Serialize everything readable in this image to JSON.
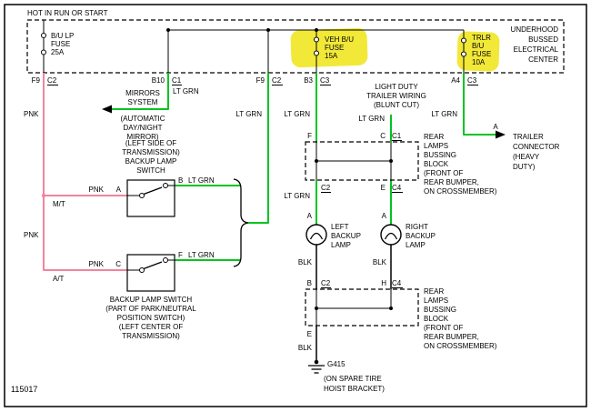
{
  "colors": {
    "wire_pink": "#f2849e",
    "wire_green": "#00c420",
    "block_fill": "#cfe0f1",
    "highlight_yellow": "#f2e838"
  },
  "page": {
    "doc_number": "115017"
  },
  "power": {
    "hot_label": "HOT IN RUN OR START",
    "center_name": [
      "UNDERHOOD",
      "BUSSED",
      "ELECTRICAL",
      "CENTER"
    ],
    "fuse_bu_lp": [
      "B/U LP",
      "FUSE",
      "25A"
    ],
    "fuse_veh_bu": [
      "VEH B/U",
      "FUSE",
      "15A"
    ],
    "fuse_trlr_bu": [
      "TRLR",
      "B/U",
      "FUSE",
      "10A"
    ],
    "exits": [
      {
        "pin": "F9",
        "conn": "C2"
      },
      {
        "pin": "B10",
        "conn": "C1"
      },
      {
        "pin": "F9",
        "conn": "C2"
      },
      {
        "pin": "B3",
        "conn": "C3"
      },
      {
        "pin": "A4",
        "conn": "C3"
      }
    ]
  },
  "wires": {
    "pnk": "PNK",
    "lt_grn": "LT GRN",
    "blk": "BLK"
  },
  "mirrors": {
    "lines": [
      "MIRRORS",
      "SYSTEM",
      "(AUTOMATIC",
      "DAY/NIGHT",
      "MIRROR)"
    ]
  },
  "light_duty": {
    "lines": [
      "LIGHT DUTY",
      "TRAILER WIRING",
      "(BLUNT CUT)"
    ]
  },
  "trailer": {
    "pin": "A",
    "lines": [
      "TRAILER",
      "CONNECTOR",
      "(HEAVY",
      "DUTY)"
    ]
  },
  "switch_mt": {
    "tag": "M/T",
    "pin_in": "A",
    "pin_out": "B",
    "caption": [
      "(LEFT SIDE OF",
      "TRANSMISSION)",
      "BACKUP LAMP",
      "SWITCH"
    ]
  },
  "switch_at": {
    "tag": "A/T",
    "pin_in": "C",
    "pin_out": "F",
    "caption": [
      "BACKUP LAMP SWITCH",
      "(PART OF PARK/NEUTRAL",
      "POSITION SWITCH)",
      "(LEFT CENTER OF",
      "TRANSMISSION)"
    ]
  },
  "bussing_block_caption": [
    "REAR",
    "LAMPS",
    "BUSSING",
    "BLOCK",
    "(FRONT OF",
    "REAR BUMPER,",
    "ON CROSSMEMBER)"
  ],
  "block_upper": {
    "pin_f": "F",
    "pin_c": "C",
    "conn_c1": "C1",
    "conn_c2": "C2",
    "pin_e": "E",
    "conn_c4": "C4"
  },
  "lamps": {
    "pin": "A",
    "left": [
      "LEFT",
      "BACKUP",
      "LAMP"
    ],
    "right": [
      "RIGHT",
      "BACKUP",
      "LAMP"
    ]
  },
  "block_lower": {
    "pin_b": "B",
    "conn_c2": "C2",
    "pin_h": "H",
    "conn_c4": "C4",
    "pin_e": "E"
  },
  "ground": {
    "name": "G415",
    "lines": [
      "(ON SPARE TIRE",
      "HOIST BRACKET)"
    ]
  }
}
